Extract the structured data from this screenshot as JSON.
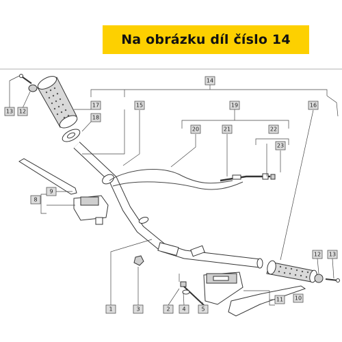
{
  "banner": {
    "title": "Na obrázku díl číslo 14",
    "bg_color": "#fdd000"
  },
  "callouts": {
    "n1": "1",
    "n2": "2",
    "n3": "3",
    "n4": "4",
    "n5": "5",
    "n8": "8",
    "n9": "9",
    "n10": "10",
    "n11": "11",
    "n12a": "12",
    "n13a": "13",
    "n12b": "12",
    "n13b": "13",
    "n14": "14",
    "n15": "15",
    "n16": "16",
    "n17": "17",
    "n18": "18",
    "n19": "19",
    "n20": "20",
    "n21": "21",
    "n22": "22",
    "n23": "23"
  }
}
